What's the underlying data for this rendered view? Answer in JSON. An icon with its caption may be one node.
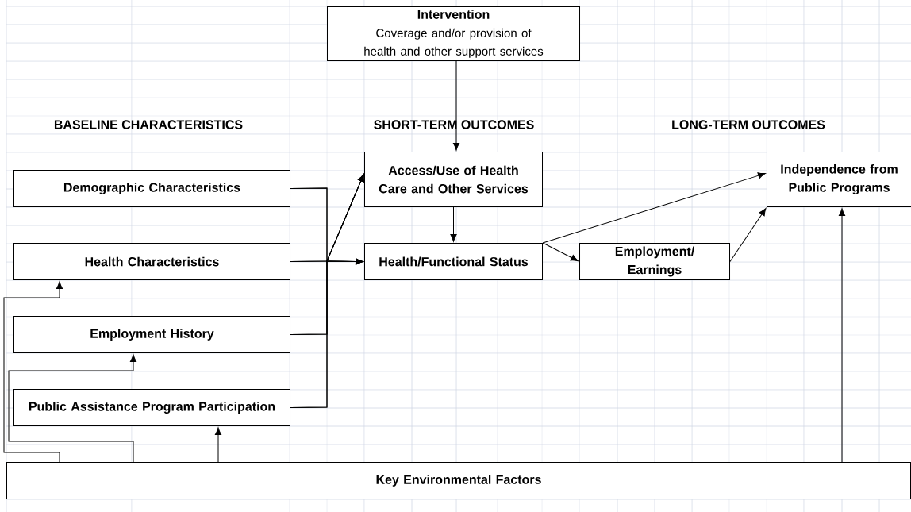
{
  "diagram": {
    "nodes": [
      {
        "text": [
          "Intervention",
          "Coverage and/or provision of health and other support services"
        ]
      },
      {
        "text": [
          "Demographic Characteristics"
        ]
      },
      {
        "text": [
          "Health Characteristics"
        ]
      },
      {
        "text": [
          "Employment History"
        ]
      },
      {
        "text": [
          "Public Assistance Program Participation"
        ]
      },
      {
        "text": [
          "Access/Use of Health Care and Other Services"
        ]
      },
      {
        "text": [
          "Health/Functional Status"
        ]
      },
      {
        "text": [
          "Employment/ Earnings"
        ]
      },
      {
        "text": [
          "Independence from Public Programs"
        ]
      },
      {
        "text": [
          "Key Environmental Factors"
        ]
      }
    ],
    "edges": [
      {
        "from": 0,
        "to": 5,
        "arrow": "to"
      },
      {
        "from": 1,
        "to": 5,
        "arrow": "to"
      },
      {
        "from": 1,
        "to": 6,
        "arrow": "to"
      },
      {
        "from": 2,
        "to": 5,
        "arrow": "to"
      },
      {
        "from": 2,
        "to": 6,
        "arrow": "to"
      },
      {
        "from": 3,
        "to": 5,
        "arrow": "to"
      },
      {
        "from": 3,
        "to": 6,
        "arrow": "to"
      },
      {
        "from": 4,
        "to": 5,
        "arrow": "to"
      },
      {
        "from": 4,
        "to": 6,
        "arrow": "to"
      },
      {
        "from": 5,
        "to": 6,
        "arrow": "to"
      },
      {
        "from": 6,
        "to": 7,
        "arrow": "to"
      },
      {
        "from": 6,
        "to": 8,
        "arrow": "to"
      },
      {
        "from": 7,
        "to": 8,
        "arrow": "to"
      },
      {
        "from": 9,
        "to": 2,
        "arrow": "to"
      },
      {
        "from": 9,
        "to": 3,
        "arrow": "to"
      },
      {
        "from": 9,
        "to": 4,
        "arrow": "to"
      },
      {
        "from": 9,
        "to": 8,
        "arrow": "to"
      }
    ],
    "labels": [
      "BASELINE CHARACTERISTICS",
      "SHORT-TERM OUTCOMES",
      "LONG-TERM OUTCOMES"
    ]
  }
}
